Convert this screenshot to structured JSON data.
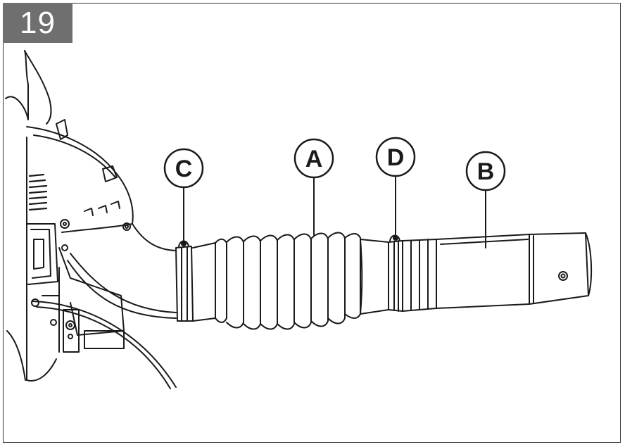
{
  "figure": {
    "number": "19",
    "callouts": [
      {
        "id": "A",
        "label": "A"
      },
      {
        "id": "B",
        "label": "B"
      },
      {
        "id": "C",
        "label": "C"
      },
      {
        "id": "D",
        "label": "D"
      }
    ]
  },
  "colors": {
    "frame": "#3a3a3a",
    "badge_bg": "#6f6f6f",
    "badge_text": "#ffffff",
    "line": "#1a1a1a"
  }
}
